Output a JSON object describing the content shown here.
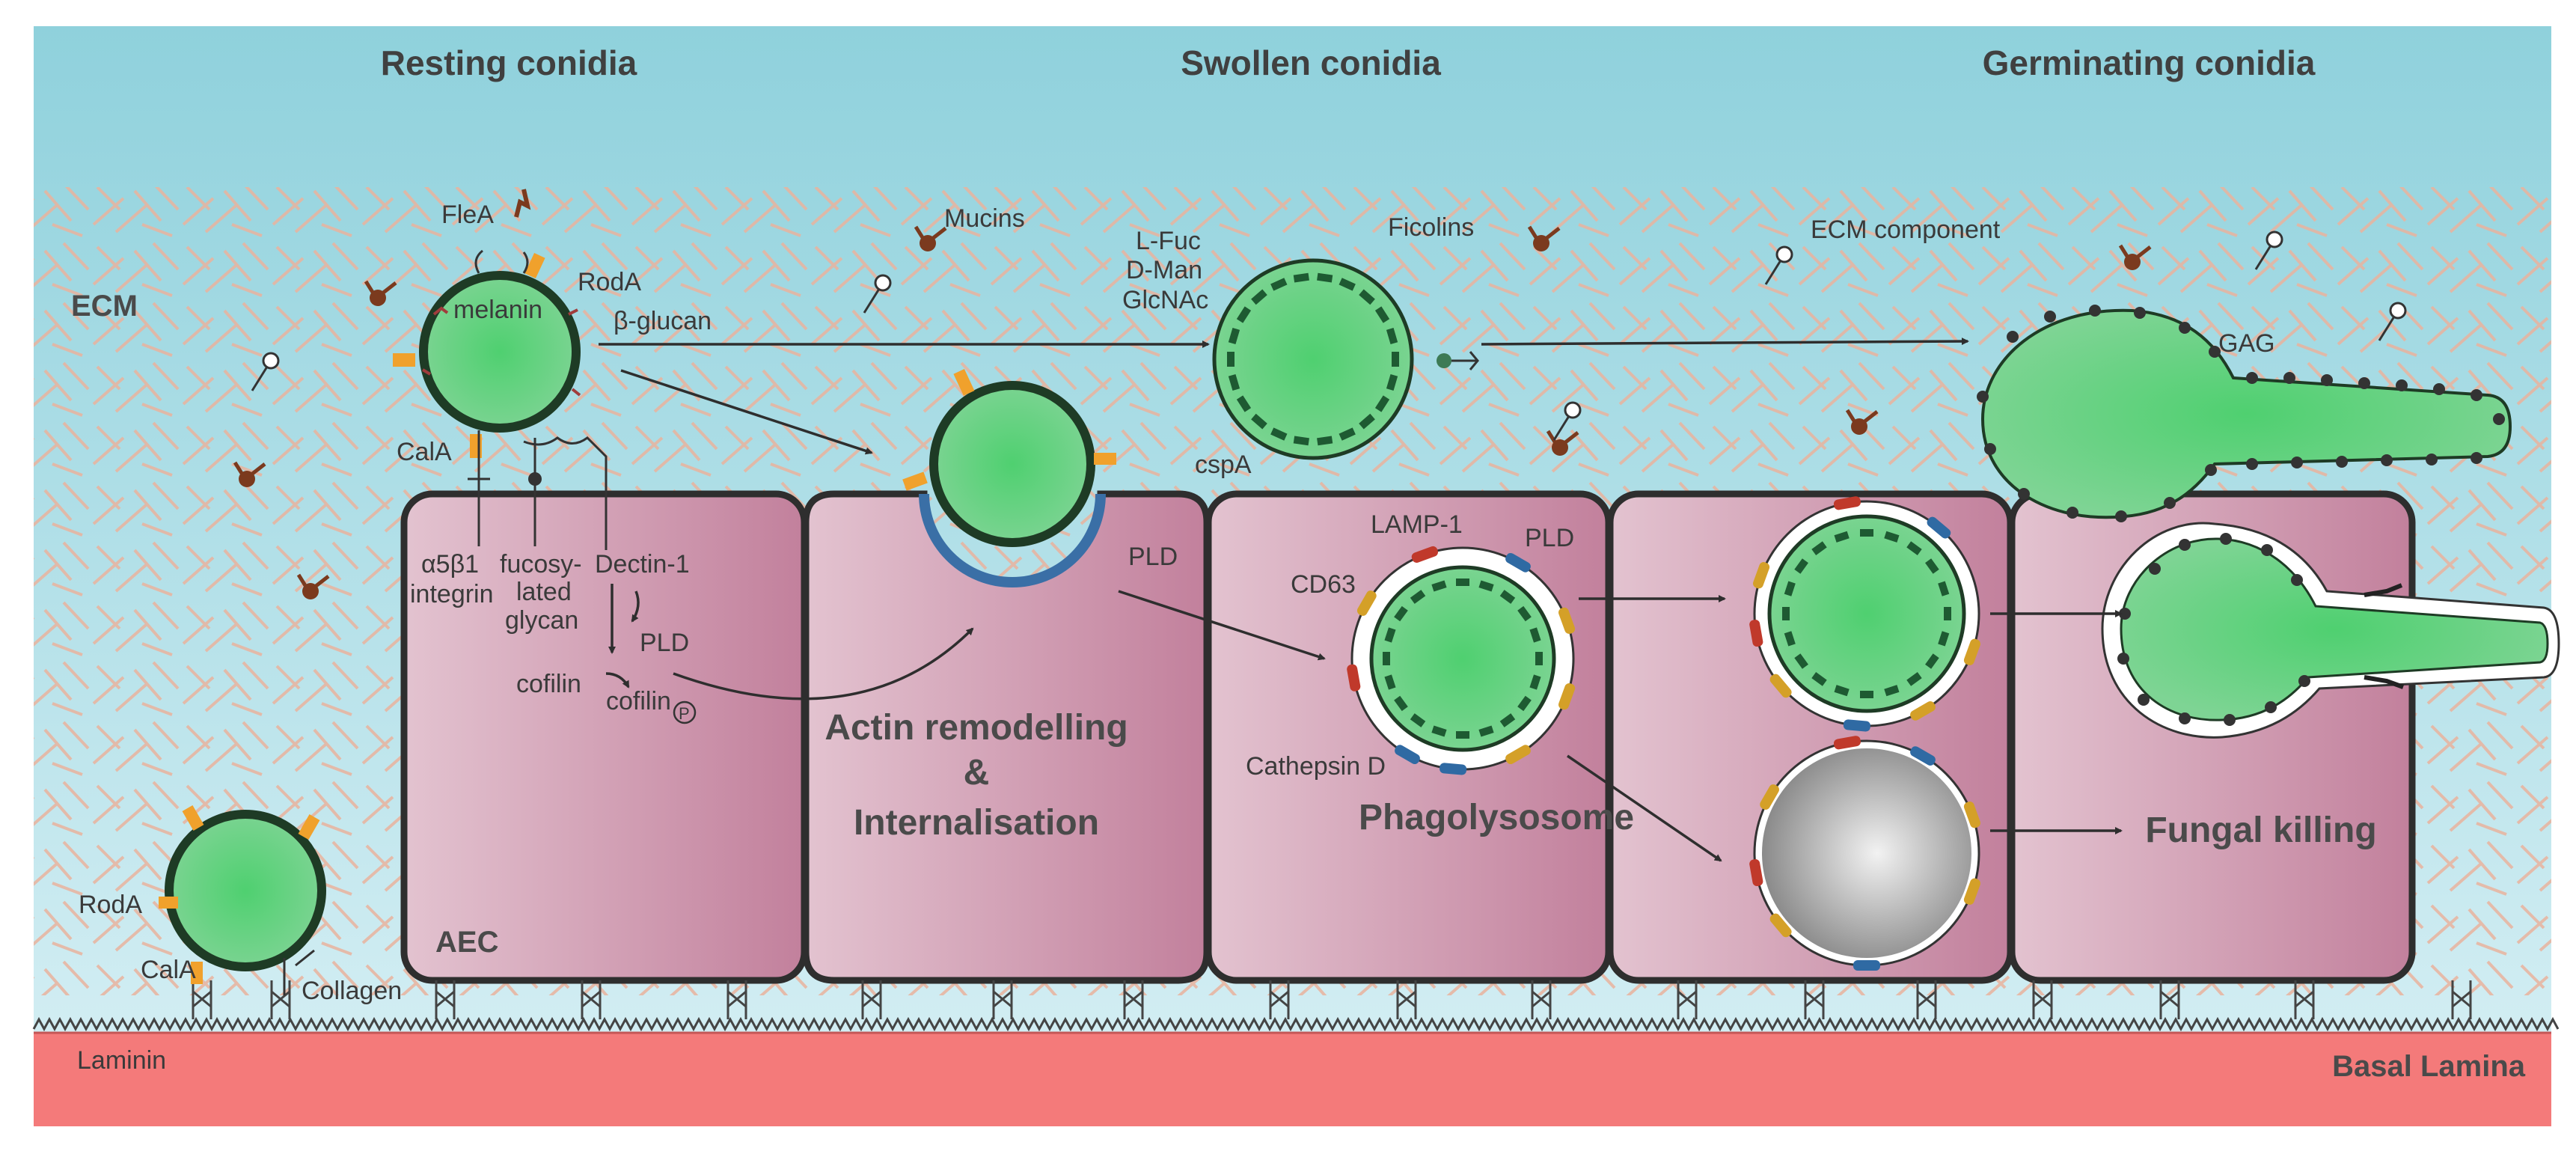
{
  "stages": {
    "resting": "Resting conidia",
    "swollen": "Swollen conidia",
    "germinating": "Germinating conidia"
  },
  "regions": {
    "ecm": "ECM",
    "aec": "AEC",
    "laminin": "Laminin",
    "basal_lamina": "Basal Lamina"
  },
  "resting_labels": {
    "flea": "FleA",
    "roda": "RodA",
    "melanin": "melanin",
    "beta_glucan": "β-glucan",
    "cala": "CalA",
    "integrin": [
      "α5β1",
      "integrin"
    ],
    "fucosylated_glycan": [
      "fucosy-",
      "lated",
      "glycan"
    ],
    "dectin": "Dectin-1",
    "pld": "PLD",
    "cofilin": "cofilin",
    "cofilin_p": "cofilin",
    "phospho": "P",
    "mucins": "Mucins"
  },
  "lower_conidium": {
    "roda": "RodA",
    "cala": "CalA",
    "collagen": "Collagen"
  },
  "swollen_labels": {
    "l_fuc": "L-Fuc",
    "d_man": "D-Man",
    "glcnac": "GlcNAc",
    "ficolins": "Ficolins",
    "cspa": "cspA",
    "pld": "PLD",
    "lamp1": "LAMP-1",
    "pld2": "PLD",
    "cd63": "CD63",
    "cathepsin": "Cathepsin D"
  },
  "germinating_labels": {
    "ecm_component": "ECM component",
    "gag": "GAG"
  },
  "processes": {
    "actin": "Actin remodelling",
    "amp": "&",
    "internalisation": "Internalisation",
    "phagolysosome": "Phagolysosome",
    "fungal_killing": "Fungal killing"
  },
  "colors": {
    "sky_top": "#8fd1dc",
    "sky_bottom": "#d6eff4",
    "cell_fill": "#c98aa3",
    "basal_lamina": "#f27c7c",
    "conidium": "#3fbf5f",
    "rim": "#1e3b25",
    "dead_conidium": "#8e8e8e"
  }
}
